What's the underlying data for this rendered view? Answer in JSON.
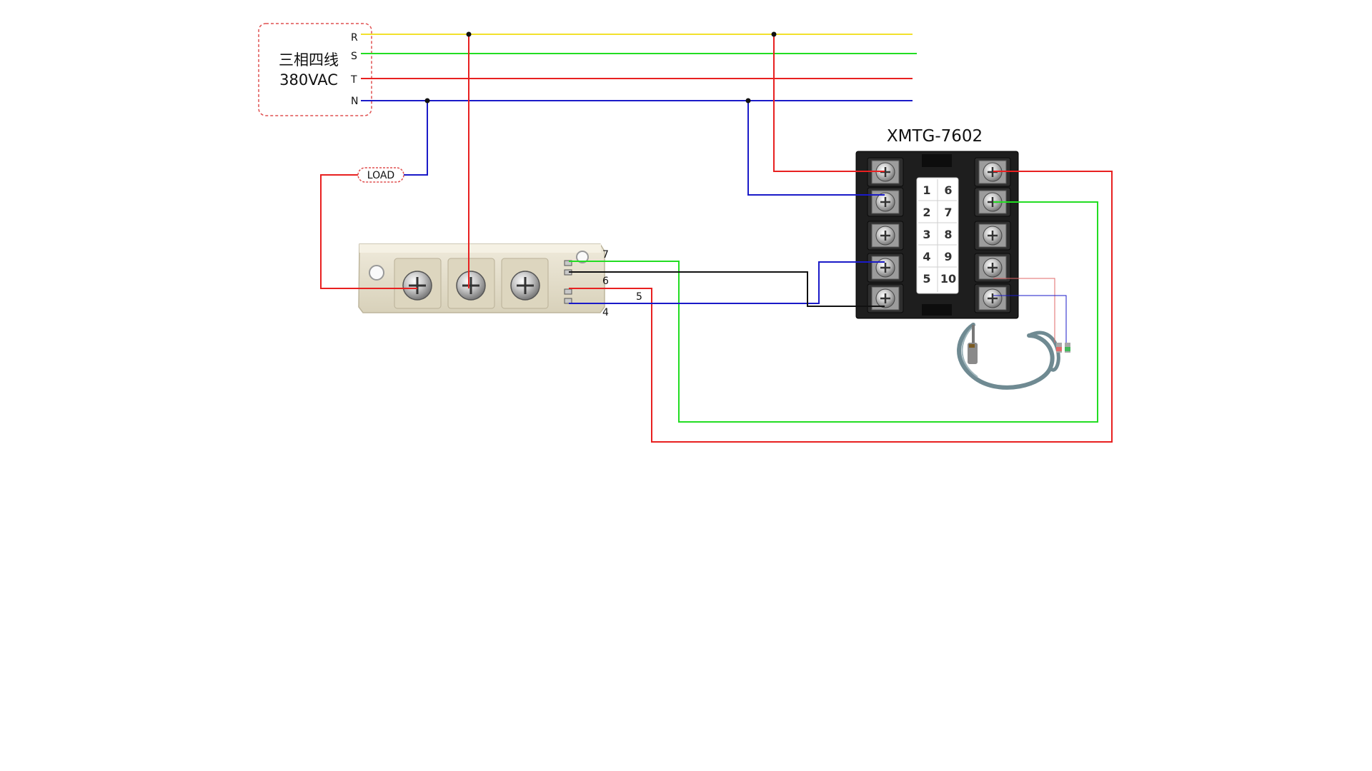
{
  "source": {
    "line1": "三相四线",
    "line2": "380VAC",
    "phases": [
      "R",
      "S",
      "T",
      "N"
    ]
  },
  "load_label": "LOAD",
  "controller": {
    "title": "XMTG-7602",
    "terminals": [
      "1",
      "2",
      "3",
      "4",
      "5",
      "6",
      "7",
      "8",
      "9",
      "10"
    ]
  },
  "ssr": {
    "pins": [
      "7",
      "6",
      "5",
      "4"
    ]
  },
  "colors": {
    "R": "#f2e12c",
    "S": "#22dd22",
    "T": "#e82020",
    "N": "#1a1ac8",
    "black": "#111111",
    "controller_body": "#1e1e1e",
    "module_body": "#e6e0cc"
  }
}
